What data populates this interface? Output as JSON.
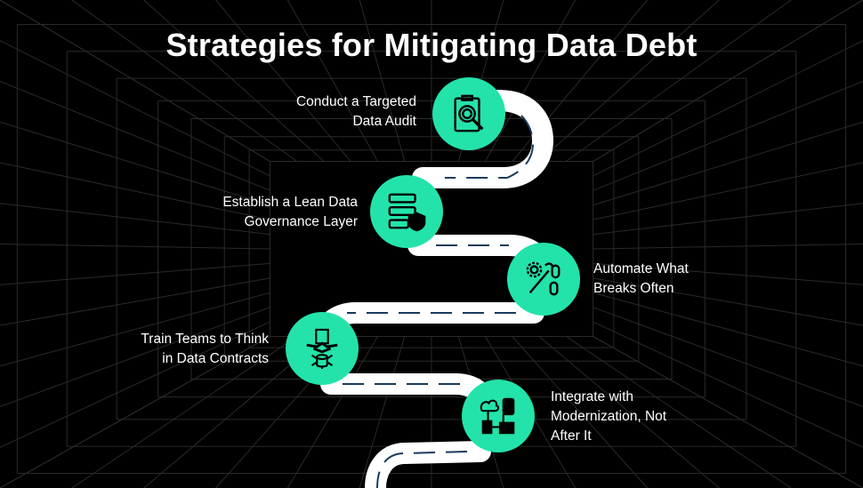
{
  "title": "Strategies for Mitigating Data Debt",
  "colors": {
    "accent": "#23e3ab",
    "road": "#ffffff",
    "dash": "#1a3a5c",
    "background": "#000000",
    "grid": "#2a2a2a"
  },
  "steps": [
    {
      "label_lines": [
        "Conduct a Targeted",
        "Data Audit"
      ],
      "icon": "clipboard-search-icon"
    },
    {
      "label_lines": [
        "Establish a Lean Data",
        "Governance Layer"
      ],
      "icon": "server-shield-icon"
    },
    {
      "label_lines": [
        "Automate What",
        "Breaks Often"
      ],
      "icon": "gear-wrench-chain-icon"
    },
    {
      "label_lines": [
        "Train Teams to Think",
        "in Data Contracts"
      ],
      "icon": "handshake-database-icon"
    },
    {
      "label_lines": [
        "Integrate with",
        "Modernization, Not",
        "After It"
      ],
      "icon": "cloud-devices-icon"
    }
  ]
}
